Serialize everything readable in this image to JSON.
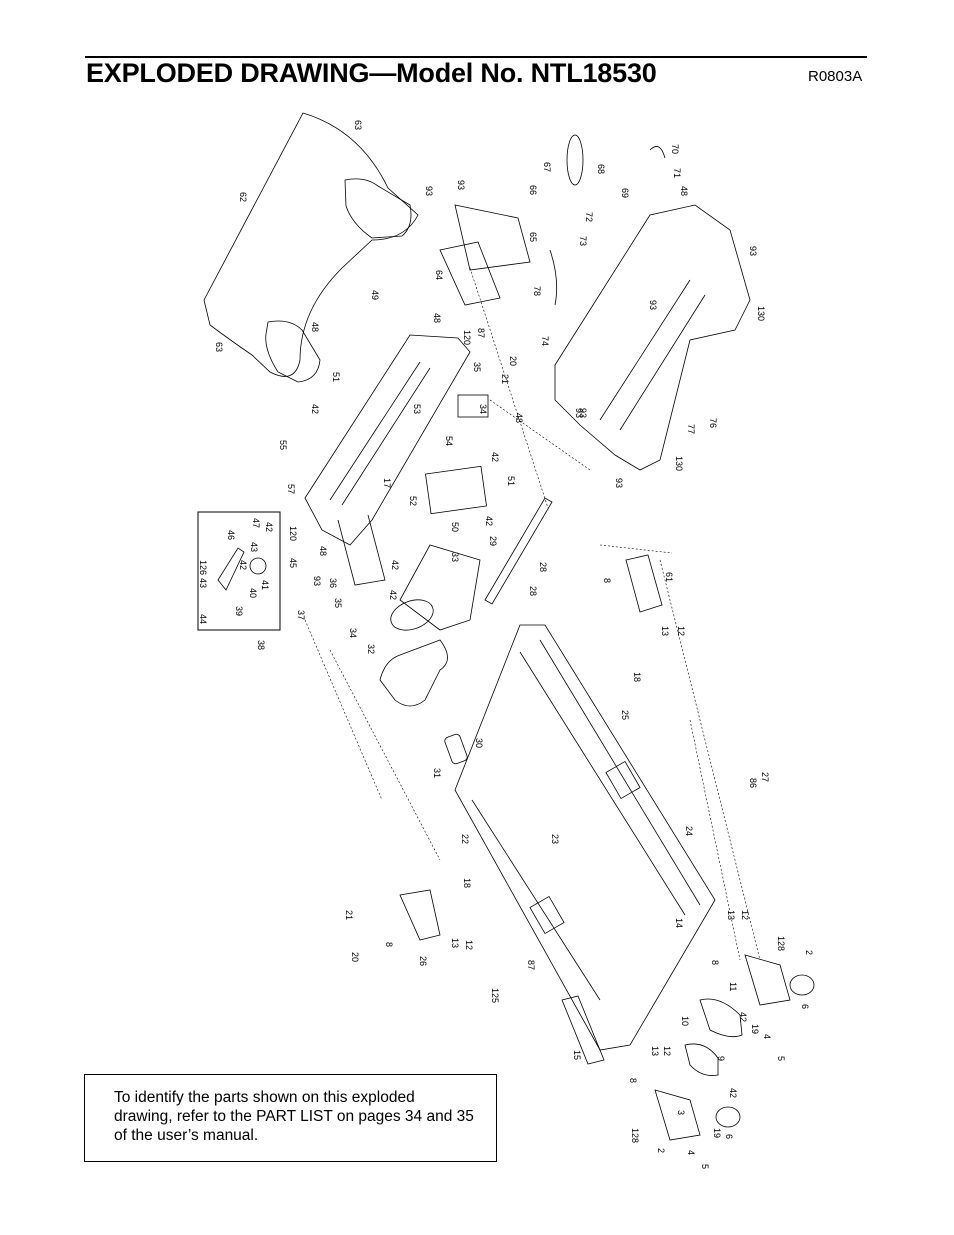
{
  "header": {
    "title": "EXPLODED DRAWING—Model No. NTL18530",
    "drawing_code": "R0803A"
  },
  "note": {
    "text": "To identify the parts shown on this exploded drawing, refer to the PART LIST on pages 34 and 35 of the user’s manual."
  },
  "callouts": [
    "63",
    "62",
    "93",
    "93",
    "67",
    "68",
    "70",
    "71",
    "48",
    "66",
    "69",
    "72",
    "65",
    "73",
    "93",
    "64",
    "78",
    "49",
    "48",
    "48",
    "120",
    "87",
    "74",
    "93",
    "130",
    "63",
    "51",
    "35",
    "20",
    "21",
    "42",
    "53",
    "34",
    "48",
    "93",
    "55",
    "54",
    "42",
    "17",
    "51",
    "57",
    "52",
    "42",
    "50",
    "130",
    "76",
    "77",
    "93",
    "93",
    "47",
    "120",
    "42",
    "43",
    "46",
    "126",
    "45",
    "42",
    "42",
    "48",
    "29",
    "33",
    "41",
    "93",
    "36",
    "40",
    "43",
    "39",
    "44",
    "35",
    "37",
    "42",
    "28",
    "28",
    "8",
    "61",
    "34",
    "32",
    "38",
    "13",
    "12",
    "18",
    "25",
    "30",
    "31",
    "86",
    "27",
    "22",
    "23",
    "24",
    "18",
    "21",
    "20",
    "8",
    "26",
    "13",
    "12",
    "125",
    "87",
    "14",
    "13",
    "12",
    "128",
    "2",
    "8",
    "11",
    "42",
    "10",
    "6",
    "19",
    "4",
    "5",
    "15",
    "9",
    "13",
    "12",
    "8",
    "42",
    "6",
    "3",
    "19",
    "128",
    "2",
    "4",
    "5"
  ]
}
